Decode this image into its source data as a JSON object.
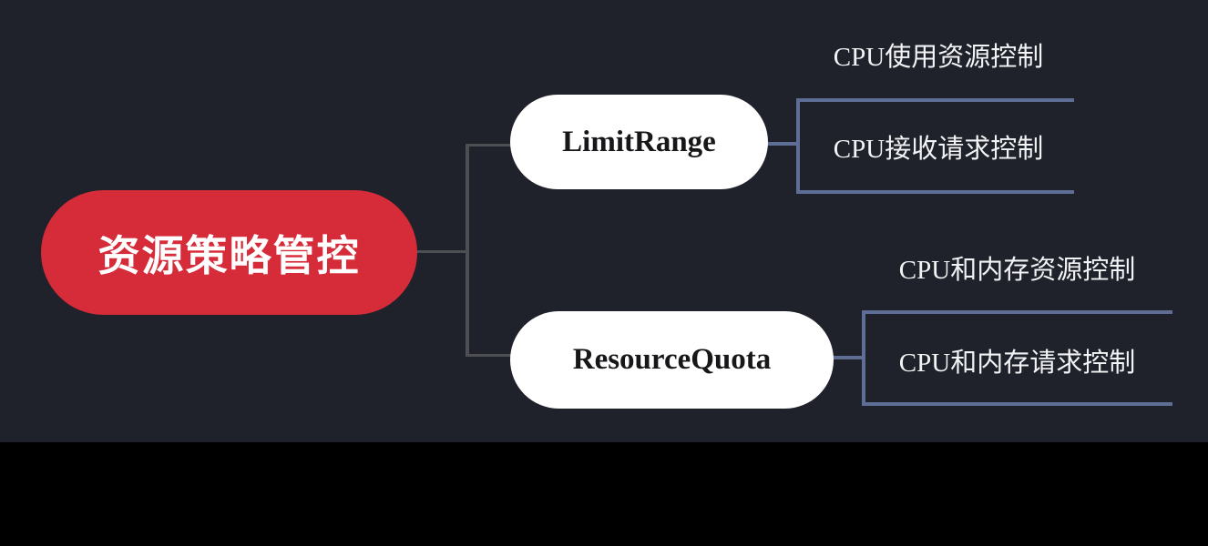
{
  "mindmap": {
    "root": {
      "label": "资源策略管控"
    },
    "branches": [
      {
        "label": "LimitRange",
        "children": [
          {
            "label": "CPU使用资源控制"
          },
          {
            "label": "CPU接收请求控制"
          }
        ]
      },
      {
        "label": "ResourceQuota",
        "children": [
          {
            "label": "CPU和内存资源控制"
          },
          {
            "label": "CPU和内存请求控制"
          }
        ]
      }
    ]
  },
  "colors": {
    "background": "#1f222b",
    "bottom_bar": "#000000",
    "root_node_fill": "#d62c39",
    "root_node_text": "#ffffff",
    "branch_node_fill": "#ffffff",
    "branch_node_text": "#17171a",
    "leaf_text": "#f2f3f5",
    "tree_connector": "#4e4f52",
    "leaf_connector": "#5e6e95"
  }
}
